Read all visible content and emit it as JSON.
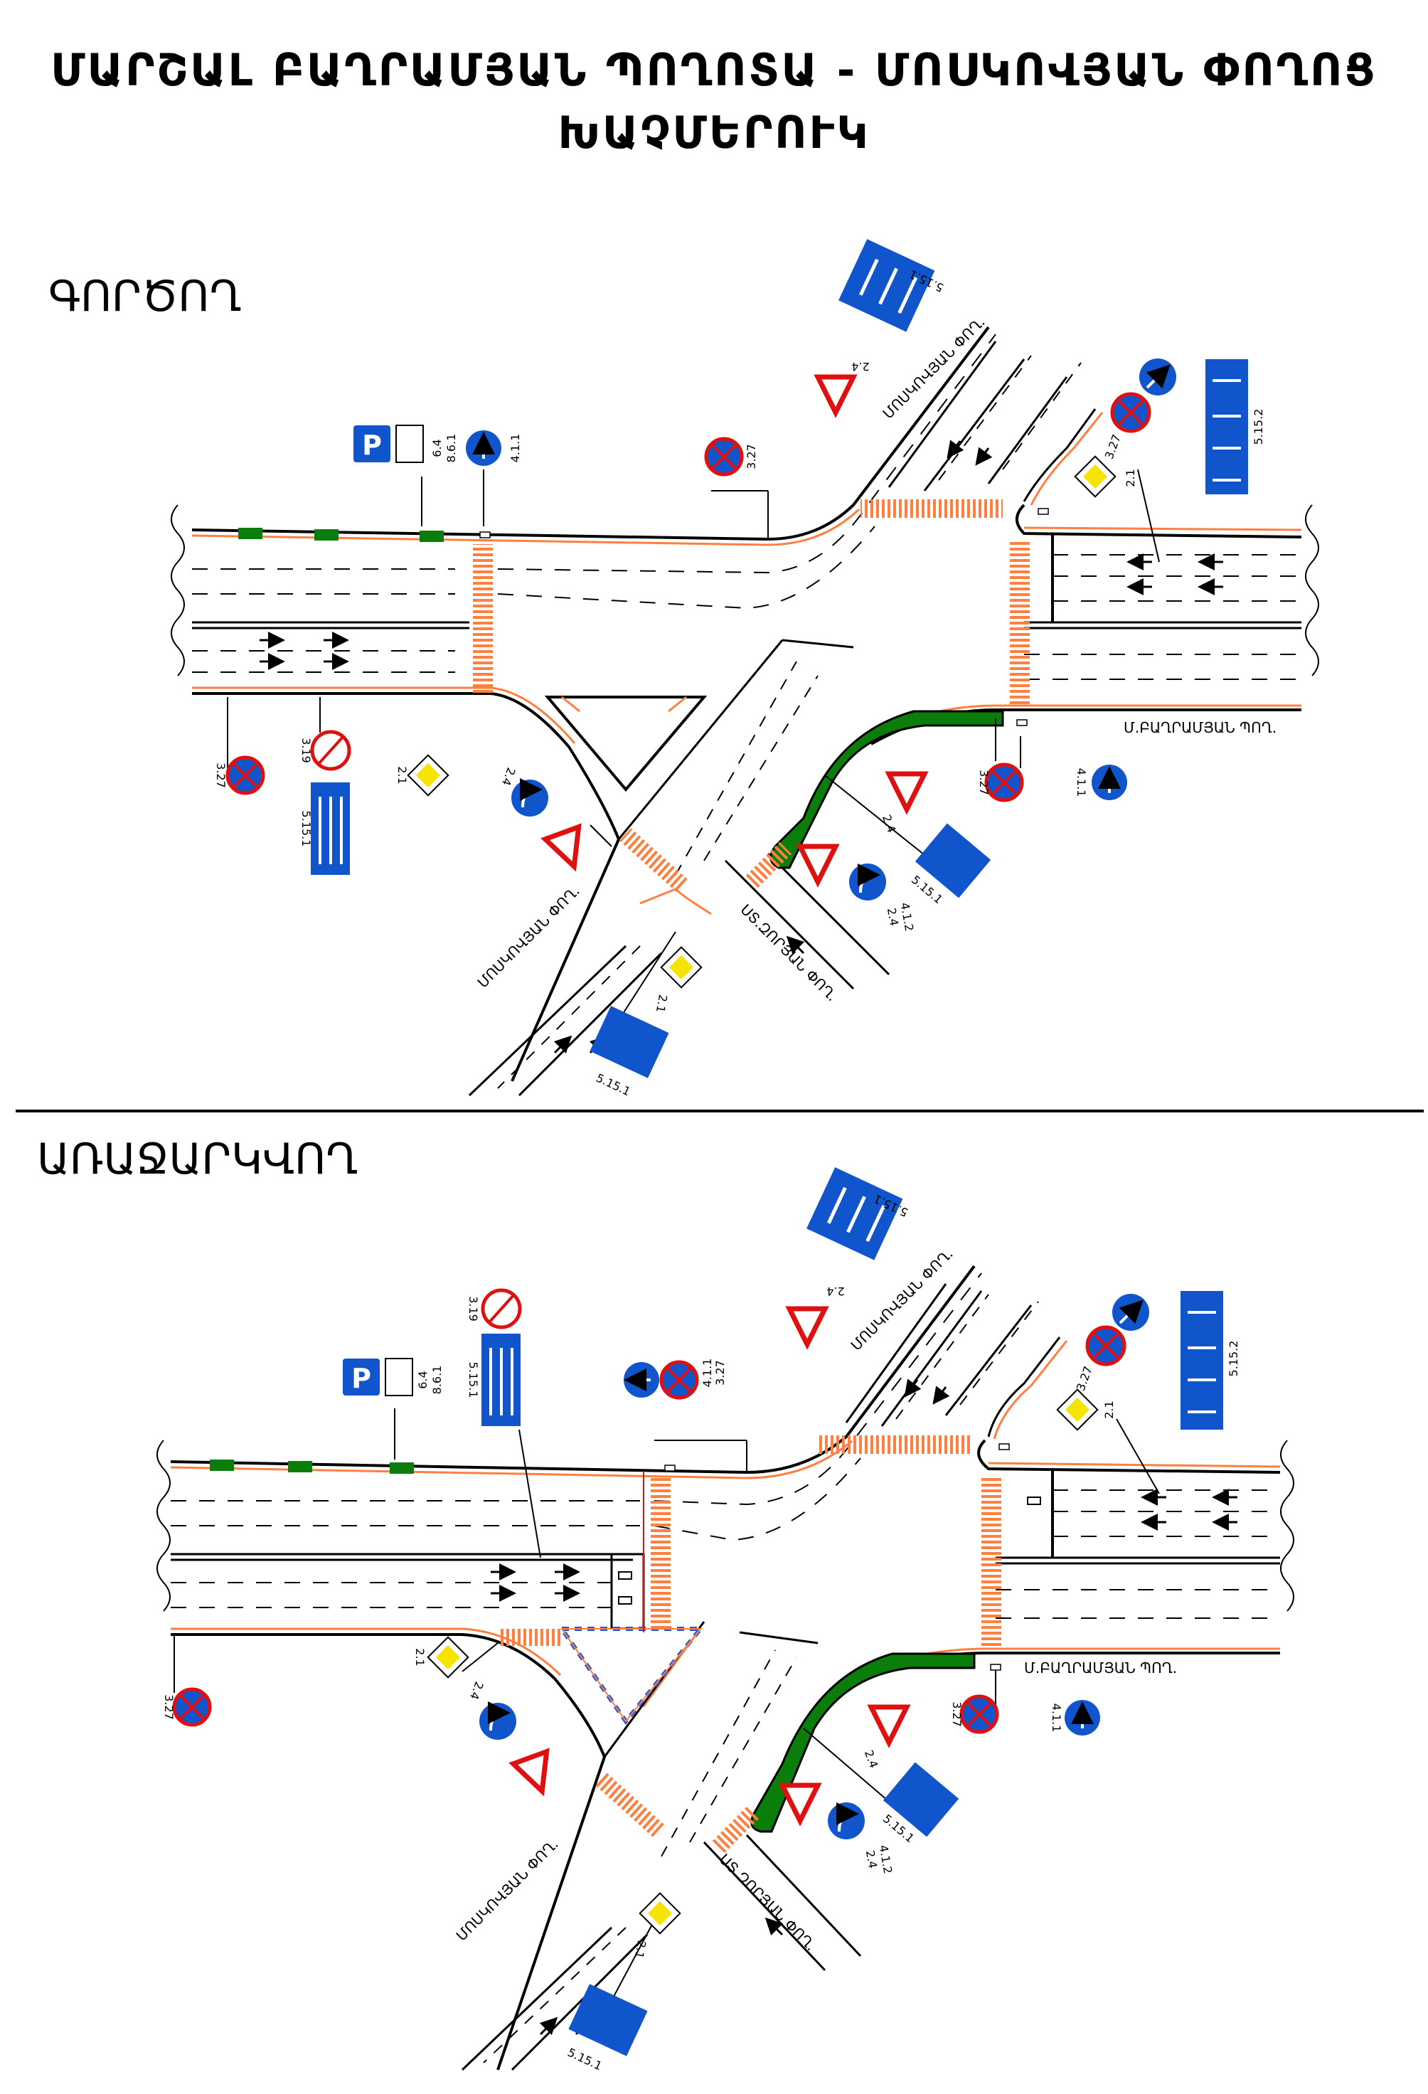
{
  "title_line1": "ՄԱՐՇԱԼ ԲԱՂՐԱՄՅԱՆ ՊՈՂՈՏԱ - ՄՈՍԿՈՎՅԱՆ ՓՈՂՈՑ",
  "title_line2": "ԽԱՉՄԵՐՈՒԿ",
  "sections": {
    "existing_label": "ԳՈՐԾՈՂ",
    "proposed_label": "ԱՌԱՋԱՐԿՎՈՂ"
  },
  "streets": {
    "baghramyan": "Մ.ԲԱՂՐԱՄՅԱՆ ՊՈՂ.",
    "moskovyan_south": "ՄՈՍԿՈՎՅԱՆ ՓՈՂ.",
    "moskovyan_north": "ՄՈՍԿՈՎՅԱՆ ՓՈՂ.",
    "sayat_nova": "ՍՏ.ԶՈՐՅԱՆ ՓՈՂ."
  },
  "signs": {
    "s_3_27": "3.27",
    "s_3_19": "3.19",
    "s_2_1": "2.1",
    "s_2_4": "2.4",
    "s_4_1_1": "4.1.1",
    "s_4_1_2": "4.1.2",
    "s_5_15_1": "5.15.1",
    "s_5_15_2": "5.15.2",
    "s_6_4": "6.4",
    "s_8_6_1": "8.6.1",
    "s_3_27_pair": "3.27",
    "parking_letter": "P"
  },
  "colors": {
    "sign_blue": "#1155cc",
    "sign_red": "#e01010",
    "sign_yellow": "#f4e400",
    "crosswalk_orange": "#ff7f3f",
    "curb_orange": "#ff7f3f",
    "green_island": "#0b7d0b",
    "road_line": "#000000",
    "island_hatch_blue": "#2255dd"
  }
}
